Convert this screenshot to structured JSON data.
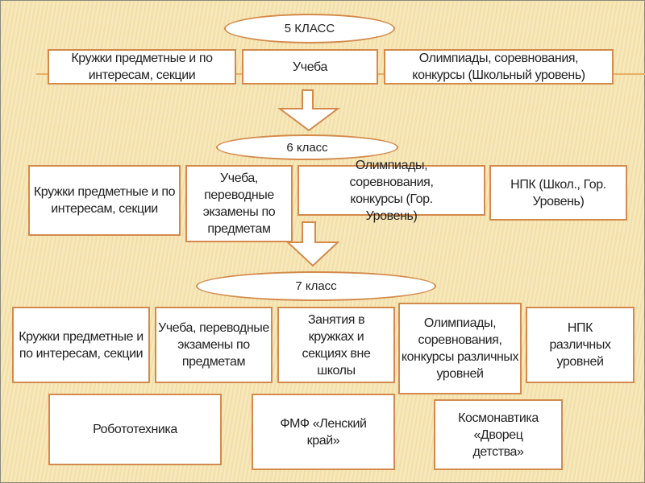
{
  "grade5": {
    "title": "5 КЛАСС",
    "items": [
      "Кружки предметные и по интересам, секции",
      "Учеба",
      "Олимпиады, соревнования, конкурсы (Школьный уровень)"
    ]
  },
  "grade6": {
    "title": "6 класс",
    "items": [
      "Кружки предметные и по интересам, секции",
      "Учеба, переводные экзамены по предметам",
      "Олимпиады, соревнования, конкурсы (Гор. Уровень)",
      "НПК (Школ., Гор. Уровень)"
    ]
  },
  "grade7": {
    "title": "7 класс",
    "items": [
      "Кружки предметные и по интересам, секции",
      "Учеба, переводные экзамены по предметам",
      "Занятия в кружках и секциях вне школы",
      "Олимпиады, соревнования, конкурсы различных уровней",
      "НПК различных уровней"
    ],
    "extra": [
      "Робототехника",
      "ФМФ «Ленский край»",
      "Космонавтика «Дворец детства»"
    ]
  },
  "colors": {
    "border": "#d38a4c",
    "background": "#f5e4b2"
  }
}
